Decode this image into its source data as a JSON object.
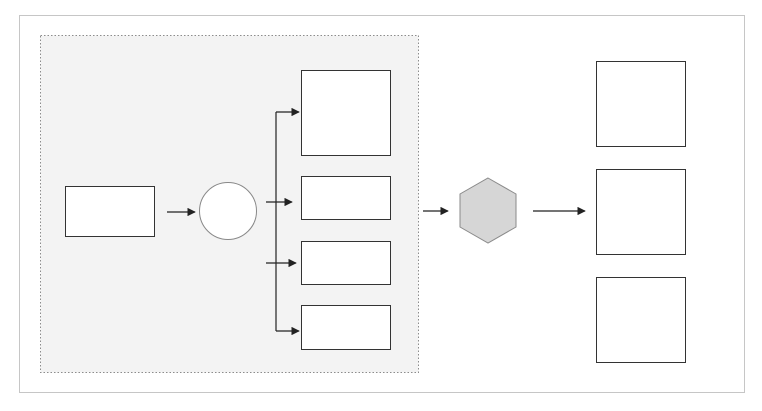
{
  "colors": {
    "page_background": "#ffffff",
    "frame_border": "#c6c6c6",
    "group_fill": "#f3f3f3",
    "group_border": "#8c8c8c",
    "node_border": "#333333",
    "circle_border": "#888888",
    "hexagon_fill": "#d6d6d6",
    "hexagon_border": "#8a8a8a",
    "arrow": "#222222"
  },
  "group": {
    "border_style": "dotted"
  },
  "nodes": {
    "input_box": {
      "shape": "rectangle",
      "label": ""
    },
    "circle_node": {
      "shape": "circle",
      "label": ""
    },
    "branch_box_1": {
      "shape": "rectangle",
      "label": ""
    },
    "branch_box_2": {
      "shape": "rectangle",
      "label": ""
    },
    "branch_box_3": {
      "shape": "rectangle",
      "label": ""
    },
    "branch_box_4": {
      "shape": "rectangle",
      "label": ""
    },
    "hexagon_node": {
      "shape": "hexagon",
      "label": ""
    },
    "output_box_1": {
      "shape": "rectangle",
      "label": ""
    },
    "output_box_2": {
      "shape": "rectangle",
      "label": ""
    },
    "output_box_3": {
      "shape": "rectangle",
      "label": ""
    }
  },
  "edges": [
    {
      "from": "input_box",
      "to": "circle_node"
    },
    {
      "from": "circle_node",
      "to": "branch_box_1"
    },
    {
      "from": "circle_node",
      "to": "branch_box_2"
    },
    {
      "from": "circle_node",
      "to": "branch_box_3"
    },
    {
      "from": "circle_node",
      "to": "branch_box_4"
    },
    {
      "from": "group",
      "to": "hexagon_node"
    },
    {
      "from": "hexagon_node",
      "to": "output_box_2"
    }
  ]
}
